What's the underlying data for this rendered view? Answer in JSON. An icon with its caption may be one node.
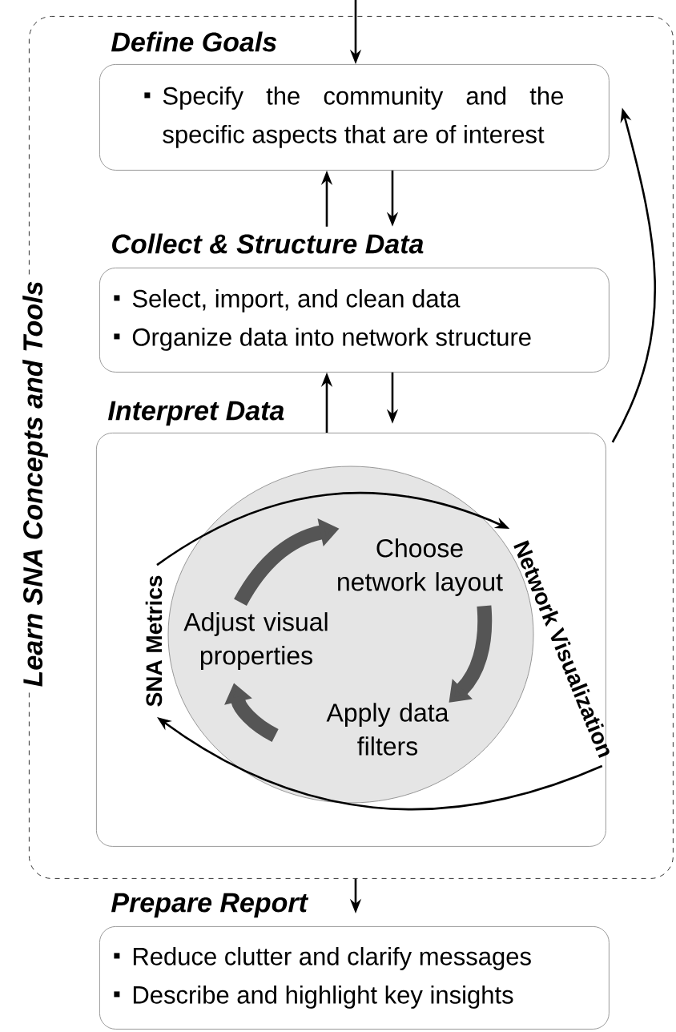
{
  "diagram": {
    "nodes": [
      {
        "text": [
          "Learn SNA Concepts and Tools"
        ]
      },
      {
        "text": [
          "Define Goals",
          "Specify the community and the specific aspects that are of interest"
        ],
        "in": 0
      },
      {
        "text": [
          "Collect & Structure Data",
          "Select, import, and clean data",
          "Organize data into network structure"
        ],
        "in": 0
      },
      {
        "text": [
          "Interpret Data"
        ],
        "in": 0
      },
      {
        "text": [],
        "shape": "circle",
        "in": 3
      },
      {
        "text": [
          "Choose network layout"
        ],
        "in": 4
      },
      {
        "text": [
          "Apply data filters"
        ],
        "in": 4
      },
      {
        "text": [
          "Adjust visual properties"
        ],
        "in": 4
      },
      {
        "text": [
          "SNA Metrics"
        ],
        "in": 3
      },
      {
        "text": [
          "Network Visualization"
        ],
        "in": 3
      },
      {
        "text": [
          "Prepare Report",
          "Reduce clutter and clarify messages",
          "Describe and highlight key insights"
        ]
      }
    ],
    "edges": [
      {
        "from": null,
        "to": 1,
        "arrow": "to"
      },
      {
        "from": 1,
        "to": 2,
        "arrow": "to"
      },
      {
        "from": 2,
        "to": 1,
        "arrow": "to"
      },
      {
        "from": 2,
        "to": 3,
        "arrow": "to"
      },
      {
        "from": 3,
        "to": 2,
        "arrow": "to"
      },
      {
        "from": 3,
        "to": 1,
        "arrow": "to"
      },
      {
        "from": 7,
        "to": 5,
        "arrow": "to",
        "style": "thick",
        "color": "#555555"
      },
      {
        "from": 5,
        "to": 6,
        "arrow": "to",
        "style": "thick",
        "color": "#555555"
      },
      {
        "from": 6,
        "to": 7,
        "arrow": "to",
        "style": "thick",
        "color": "#555555"
      },
      {
        "from": 8,
        "to": 9,
        "arrow": "to"
      },
      {
        "from": 9,
        "to": 8,
        "arrow": "to"
      },
      {
        "from": 0,
        "to": 10,
        "arrow": "to"
      }
    ]
  }
}
